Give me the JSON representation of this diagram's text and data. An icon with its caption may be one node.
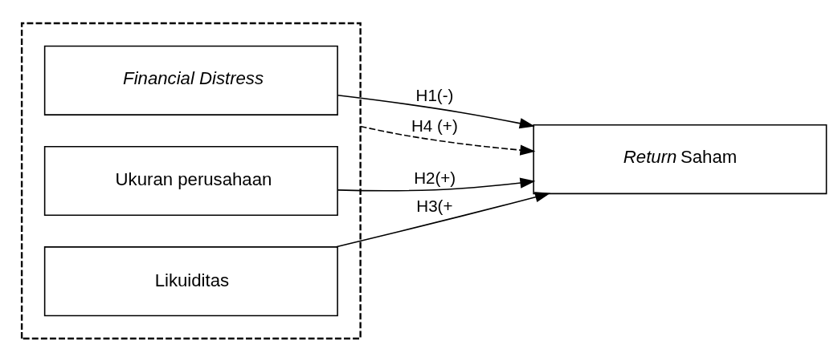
{
  "diagram": {
    "nodes": [
      {
        "text": [],
        "shape": "box"
      },
      {
        "text": [
          "Financial Distress"
        ],
        "in": 0
      },
      {
        "text": [
          "Ukuran perusahaan"
        ],
        "in": 0
      },
      {
        "text": [
          "Likuiditas"
        ],
        "in": 0
      },
      {
        "text": [
          "*Return* Saham"
        ]
      }
    ],
    "edges": [
      {
        "from": 1,
        "to": 4,
        "arrow": "to",
        "label": "H1(-)"
      },
      {
        "from": 2,
        "to": 4,
        "arrow": "to",
        "label": "H2(+)"
      },
      {
        "from": 3,
        "to": 4,
        "arrow": "to",
        "label": "H3(+"
      },
      {
        "from": 0,
        "to": 4,
        "arrow": "to",
        "label": "H4 (+)",
        "style": "dashed"
      }
    ]
  }
}
